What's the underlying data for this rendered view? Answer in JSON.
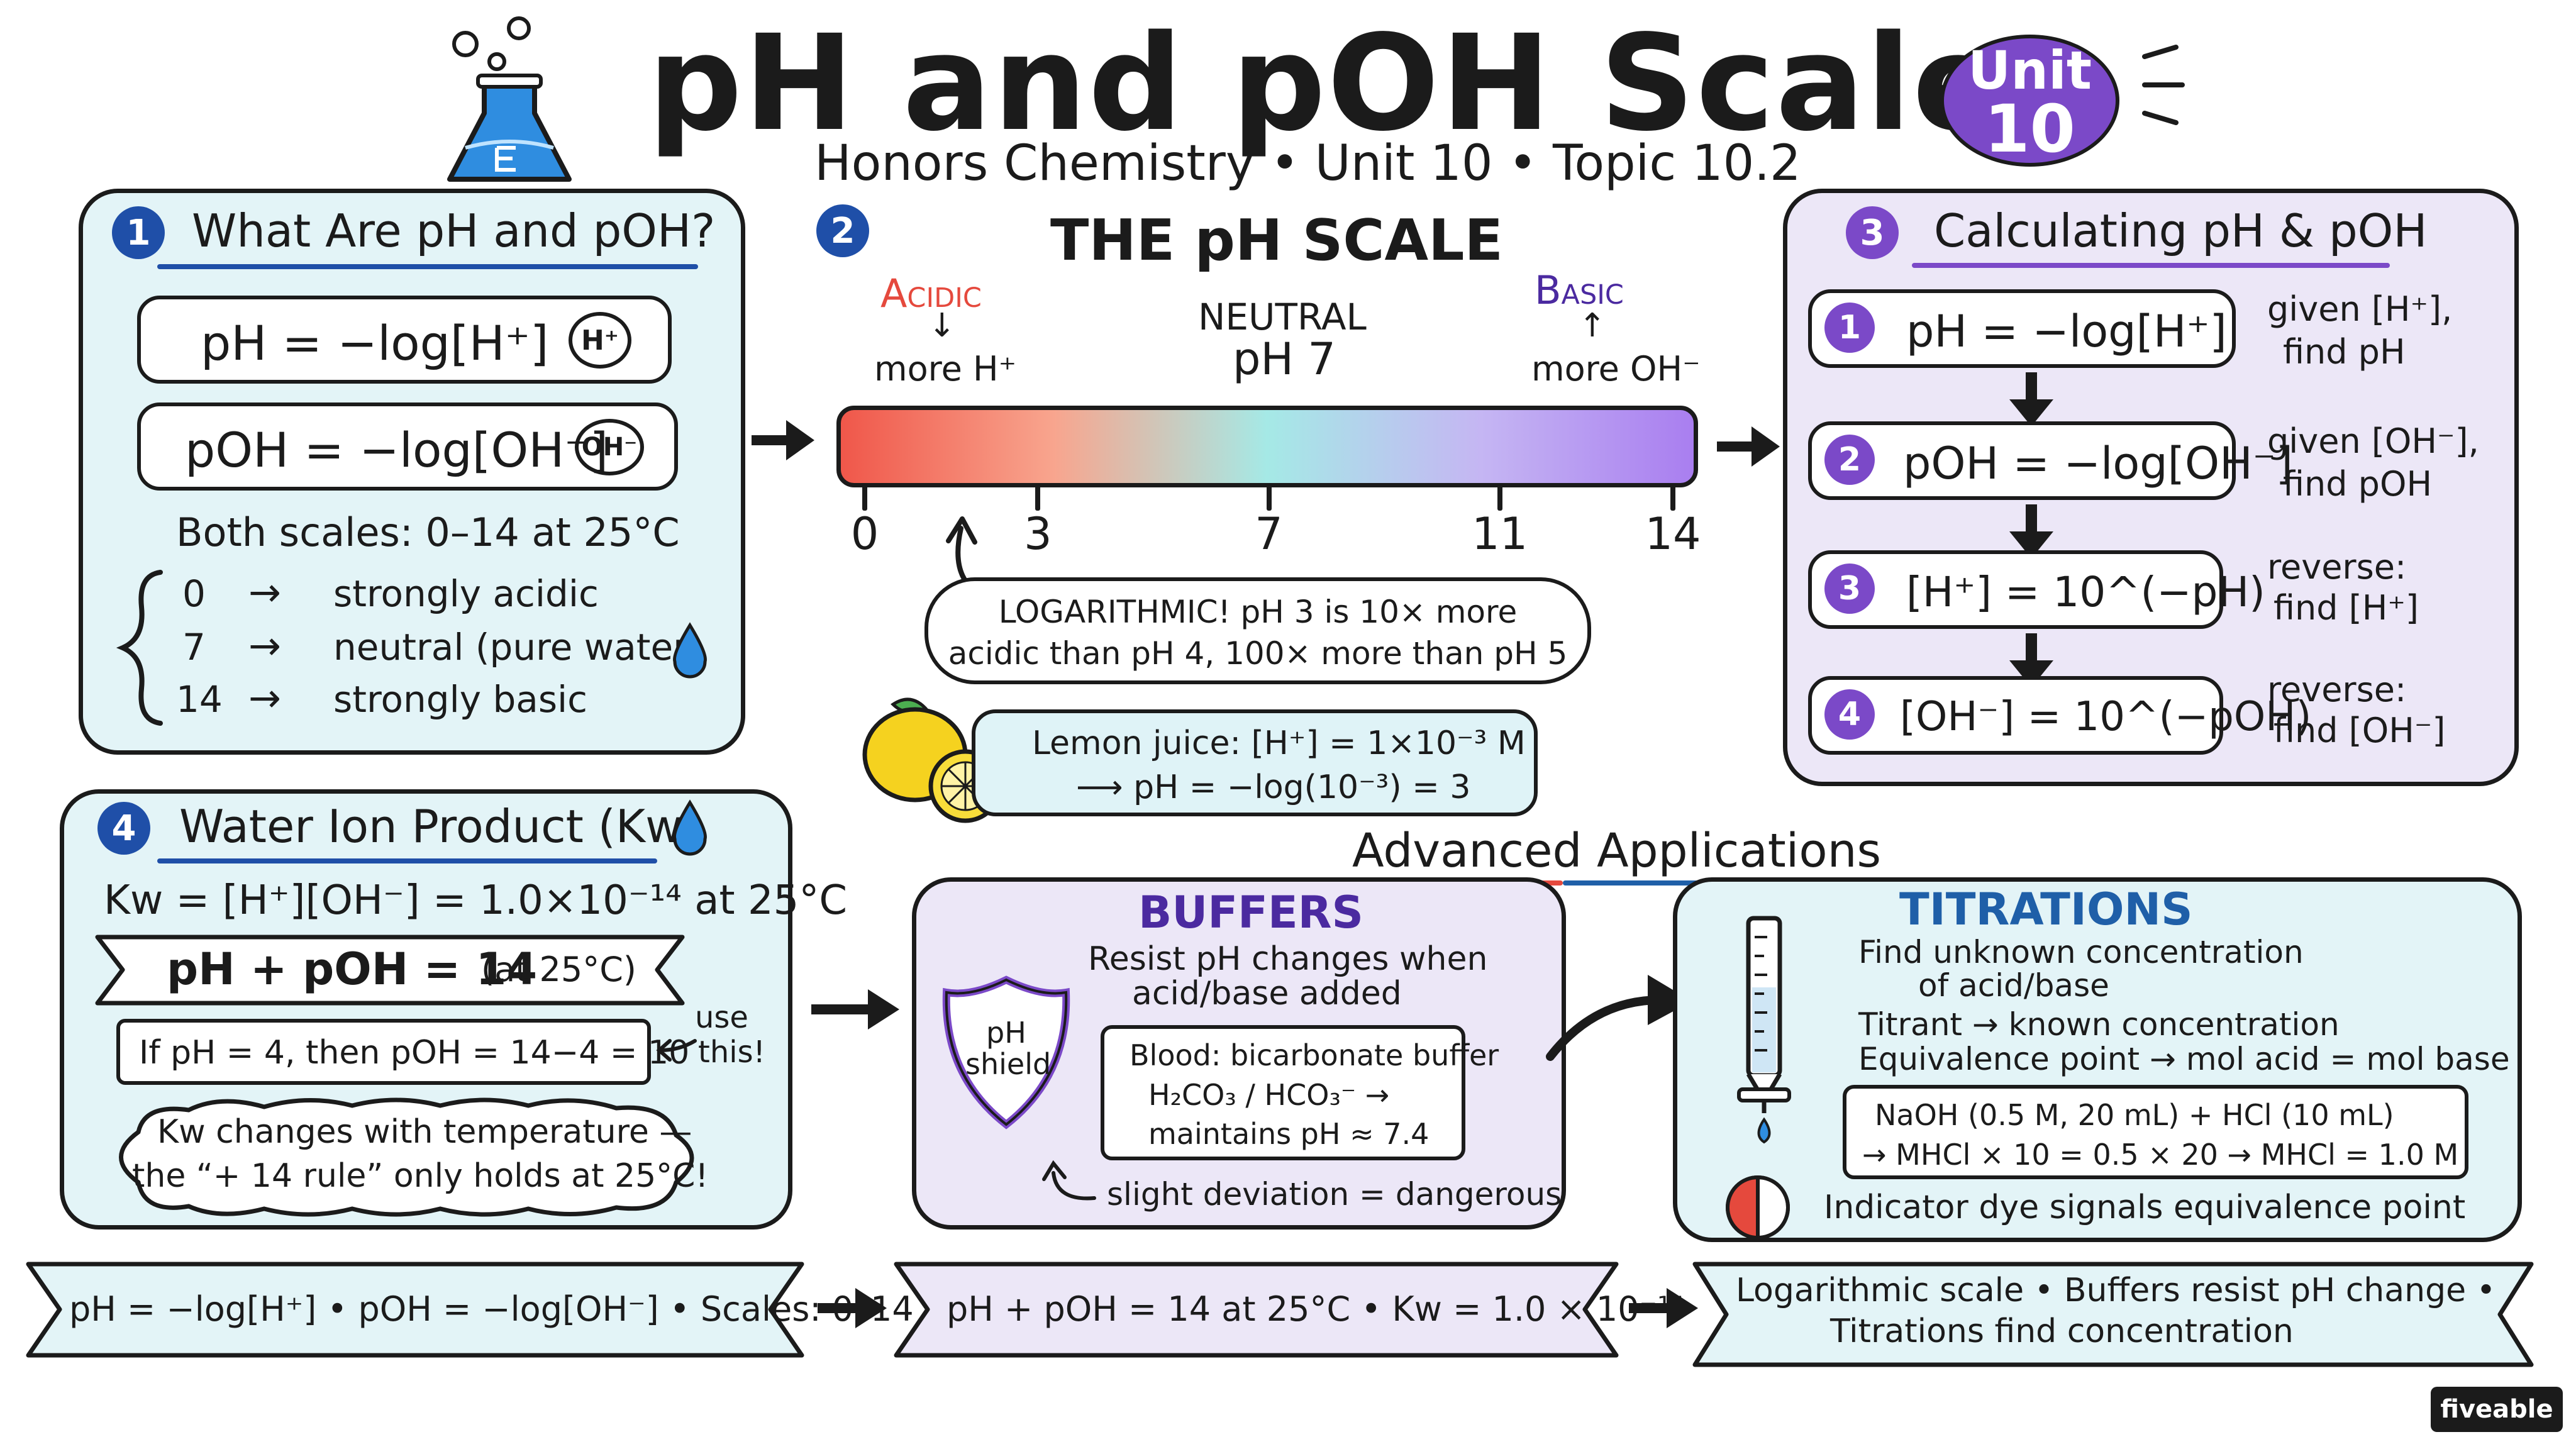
{
  "title": "pH and pOH Scale",
  "subtitle": "Honors Chemistry • Unit 10 • Topic 10.2",
  "unit_badge": {
    "line1": "Unit",
    "line2": "10"
  },
  "sec1": {
    "num": "1",
    "title": "What Are pH and pOH?",
    "ph_formula": "pH = −log[H⁺]",
    "ph_icon": "H⁺",
    "poh_formula": "pOH = −log[OH⁻]",
    "poh_icon": "OH⁻",
    "both_scales": "Both scales: 0–14 at 25°C",
    "rows": [
      {
        "value": "0",
        "arrow": "→",
        "desc": "strongly acidic"
      },
      {
        "value": "7",
        "arrow": "→",
        "desc": "neutral (pure water)"
      },
      {
        "value": "14",
        "arrow": "→",
        "desc": "strongly basic"
      }
    ]
  },
  "sec2": {
    "num": "2",
    "title": "THE pH SCALE",
    "acidic": "Acidic",
    "acidic_arrow": "↓",
    "more_h": "more H⁺",
    "neutral": "NEUTRAL",
    "neutral_ph": "pH 7",
    "basic": "Basic",
    "basic_arrow": "↑",
    "more_oh": "more OH⁻",
    "ticks": [
      {
        "label": "0",
        "value": 0
      },
      {
        "label": "3",
        "value": 3
      },
      {
        "label": "7",
        "value": 7
      },
      {
        "label": "11",
        "value": 11
      },
      {
        "label": "14",
        "value": 14
      }
    ],
    "log_line1": "LOGARITHMIC!  pH 3 is 10× more",
    "log_line2": "acidic than pH 4, 100× more than pH 5",
    "lemon_line1": "Lemon juice: [H⁺] = 1×10⁻³ M",
    "lemon_line2": "⟶ pH = −log(10⁻³) = 3"
  },
  "sec3": {
    "num": "3",
    "title": "Calculating pH & pOH",
    "steps": [
      {
        "num": "1",
        "formula": "pH = −log[H⁺]",
        "note1": "given [H⁺],",
        "note2": "find pH"
      },
      {
        "num": "2",
        "formula": "pOH = −log[OH⁻]",
        "note1": "given [OH⁻],",
        "note2": "find pOH"
      },
      {
        "num": "3",
        "formula": "[H⁺] = 10^(−pH)",
        "note1": "reverse:",
        "note2": "find [H⁺]"
      },
      {
        "num": "4",
        "formula": "[OH⁻] = 10^(−pOH)",
        "note1": "reverse:",
        "note2": "find [OH⁻]"
      }
    ]
  },
  "sec4": {
    "num": "4",
    "title": "Water Ion Product (Kw)",
    "kw_eq": "Kw = [H⁺][OH⁻] = 1.0×10⁻¹⁴ at 25°C",
    "banner_main": "pH + pOH = 14",
    "banner_sub": "(at 25°C)",
    "example": "If pH = 4, then pOH = 14−4 = 10",
    "use1": "use",
    "use2": "this!",
    "cloud1": "Kw changes with temperature —",
    "cloud2": "the “+ 14 rule” only holds at 25°C!"
  },
  "advanced_title": "Advanced Applications",
  "buffers": {
    "title": "BUFFERS",
    "line1": "Resist pH changes when",
    "line2": "acid/base added",
    "shield1": "pH",
    "shield2": "shield",
    "blood1": "Blood: bicarbonate buffer",
    "blood2": "H₂CO₃ / HCO₃⁻ →",
    "blood3": "maintains pH ≈ 7.4",
    "deviation": "slight deviation = dangerous"
  },
  "titrations": {
    "title": "TITRATIONS",
    "line1": "Find unknown concentration",
    "line2": "of acid/base",
    "line3": "Titrant → known concentration",
    "line4": "Equivalence point → mol acid = mol base",
    "calc1": "NaOH (0.5 M, 20 mL) + HCl (10 mL)",
    "calc2": "→ MHCl × 10 = 0.5 × 20 → MHCl = 1.0 M",
    "indicator": "Indicator dye signals equivalence point"
  },
  "footer": {
    "b1": "pH = −log[H⁺] • pOH = −log[OH⁻] • Scales: 0–14",
    "b2": "pH + pOH = 14 at 25°C • Kw = 1.0 × 10⁻¹⁴",
    "b3_line1": "Logarithmic scale • Buffers resist pH change •",
    "b3_line2": "Titrations find concentration"
  },
  "brand": "fiveable",
  "colors": {
    "acid": "#f0574a",
    "neutral": "#9fe3e6",
    "base": "#a97ef0",
    "blue_card": "#e3f4f7",
    "lavender_card": "#ece7f7",
    "num_blue": "#1f4fa8",
    "num_purple": "#7b49c8",
    "buffers_title": "#4b2aa0",
    "titrations_title": "#1f5fa8"
  },
  "icons": [
    "flask-icon",
    "water-drop-icon",
    "lemon-icon",
    "shield-icon",
    "burette-icon",
    "indicator-icon",
    "arrow-right-icon",
    "arrow-down-icon"
  ]
}
